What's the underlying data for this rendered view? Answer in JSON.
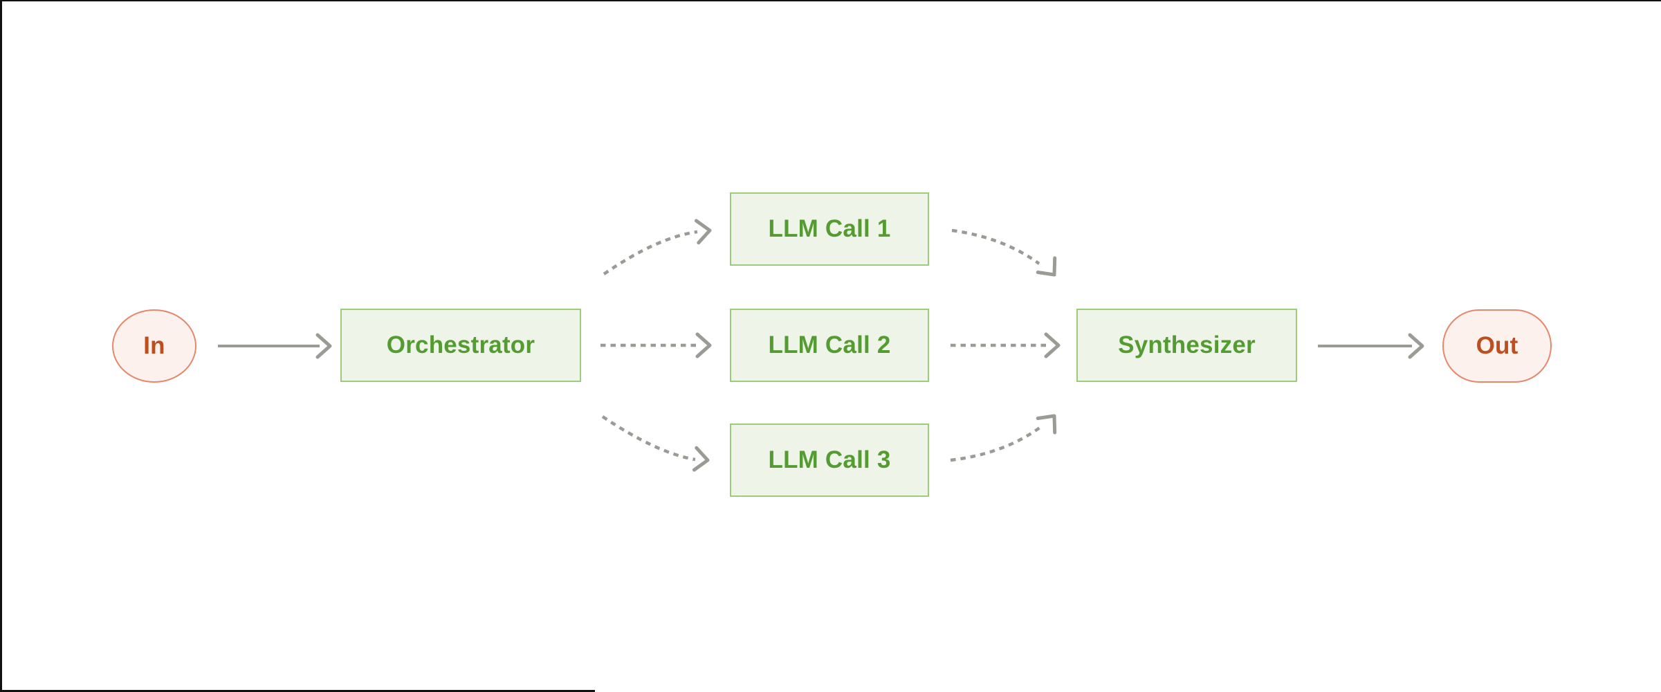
{
  "diagram": {
    "title": "orchestrator-workers-flow",
    "nodes": {
      "in": {
        "label": "In",
        "shape": "circle",
        "role": "input"
      },
      "orchestrator": {
        "label": "Orchestrator",
        "shape": "rect",
        "role": "process"
      },
      "llm_call_1": {
        "label": "LLM Call 1",
        "shape": "rect",
        "role": "process"
      },
      "llm_call_2": {
        "label": "LLM Call 2",
        "shape": "rect",
        "role": "process"
      },
      "llm_call_3": {
        "label": "LLM Call 3",
        "shape": "rect",
        "role": "process"
      },
      "synthesizer": {
        "label": "Synthesizer",
        "shape": "rect",
        "role": "process"
      },
      "out": {
        "label": "Out",
        "shape": "pill",
        "role": "output"
      }
    },
    "edges": [
      {
        "from": "in",
        "to": "orchestrator",
        "style": "solid",
        "shape": "straight"
      },
      {
        "from": "orchestrator",
        "to": "llm_call_1",
        "style": "dashed",
        "shape": "curved-up"
      },
      {
        "from": "orchestrator",
        "to": "llm_call_2",
        "style": "dashed",
        "shape": "straight"
      },
      {
        "from": "orchestrator",
        "to": "llm_call_3",
        "style": "dashed",
        "shape": "curved-down"
      },
      {
        "from": "llm_call_1",
        "to": "synthesizer",
        "style": "dashed",
        "shape": "curved-down"
      },
      {
        "from": "llm_call_2",
        "to": "synthesizer",
        "style": "dashed",
        "shape": "straight"
      },
      {
        "from": "llm_call_3",
        "to": "synthesizer",
        "style": "dashed",
        "shape": "curved-up"
      },
      {
        "from": "synthesizer",
        "to": "out",
        "style": "solid",
        "shape": "straight"
      }
    ],
    "colors": {
      "green_fill": "#eef5e8",
      "green_border": "#9bcb7b",
      "green_text": "#549b32",
      "terminal_fill": "#fcf1ec",
      "terminal_border": "#e5876c",
      "terminal_text": "#bd4e1d",
      "arrow_gray": "#9b9b95",
      "frame_black": "#111111",
      "background": "#ffffff"
    }
  }
}
